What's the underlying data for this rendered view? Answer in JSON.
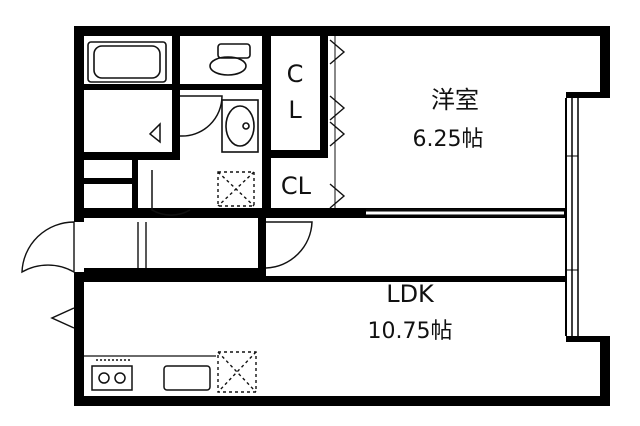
{
  "rooms": {
    "western_room": {
      "name": "洋室",
      "size": "6.25帖"
    },
    "ldk": {
      "name": "LDK",
      "size": "10.75帖"
    }
  },
  "closets": {
    "closet_1_top": "C",
    "closet_1_bottom": "L",
    "closet_2": "CL"
  },
  "colors": {
    "wall": "#000000",
    "line": "#111111",
    "background": "#ffffff"
  }
}
